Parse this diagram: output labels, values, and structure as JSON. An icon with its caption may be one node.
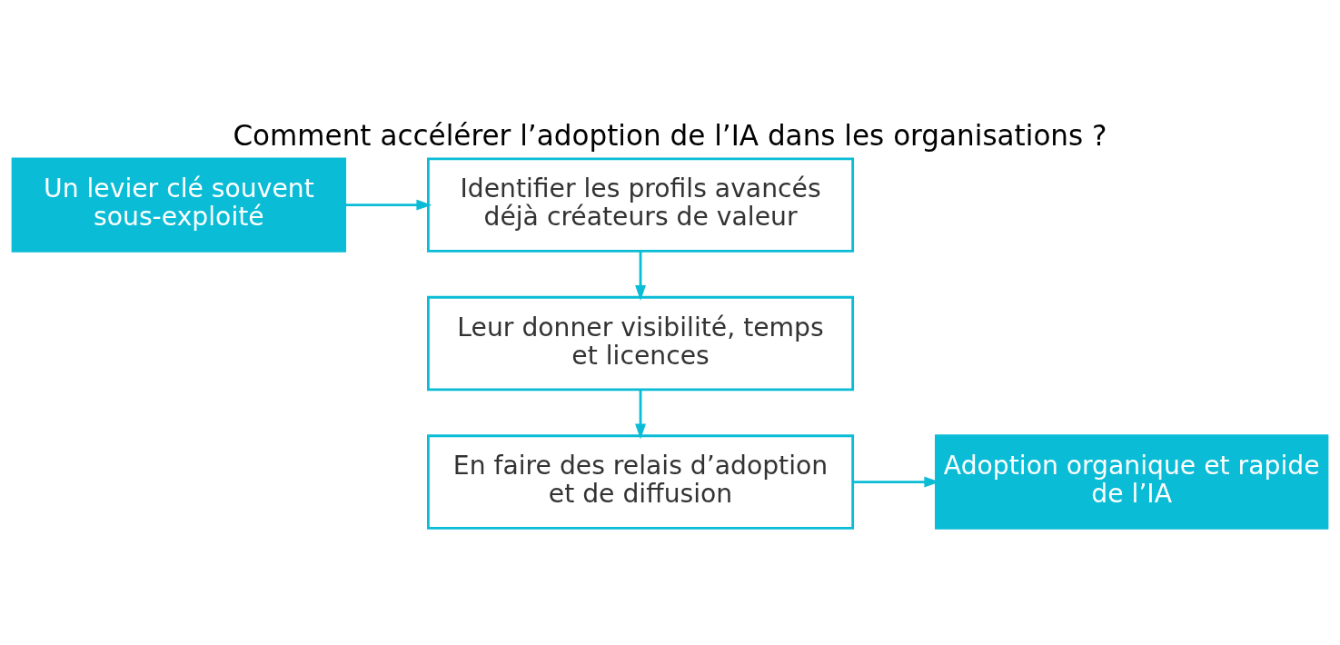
{
  "diagram": {
    "title": "Comment accélérer l’adoption de l’IA dans les organisations ?",
    "nodes": [
      {
        "text": [
          "Un levier clé souvent sous-exploité"
        ]
      },
      {
        "text": [
          "Identifier les profils avancés déjà créateurs de valeur"
        ]
      },
      {
        "text": [
          "Leur donner visibilité, temps et licences"
        ]
      },
      {
        "text": [
          "En faire des relais d’adoption et de diffusion"
        ]
      },
      {
        "text": [
          "Adoption organique et rapide de l’IA"
        ]
      }
    ],
    "edges": [
      {
        "from": 0,
        "to": 1,
        "arrow": "to"
      },
      {
        "from": 1,
        "to": 2,
        "arrow": "to"
      },
      {
        "from": 2,
        "to": 3,
        "arrow": "to"
      },
      {
        "from": 3,
        "to": 4,
        "arrow": "to"
      }
    ]
  }
}
